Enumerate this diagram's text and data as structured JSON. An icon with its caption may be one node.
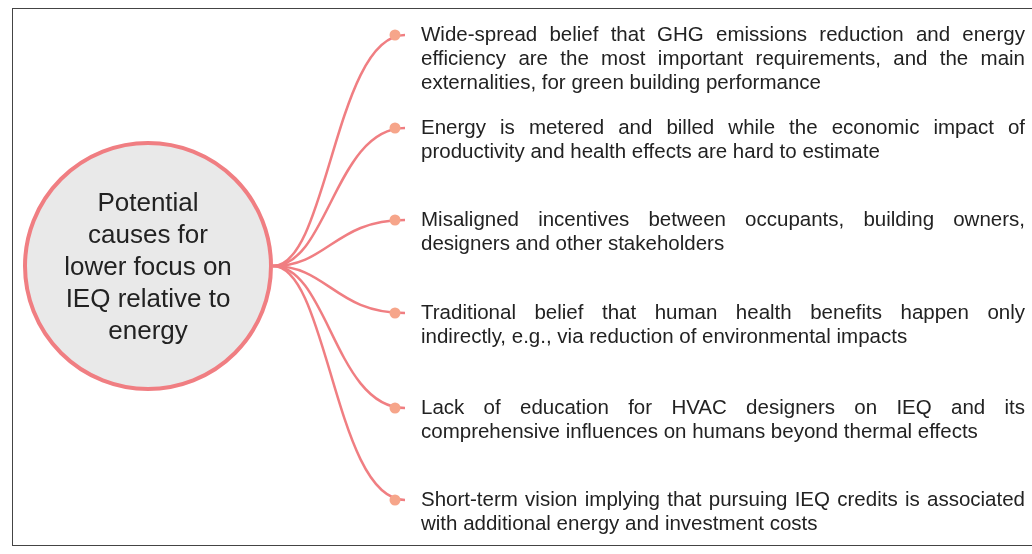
{
  "diagram": {
    "nodes": [
      {
        "text": [
          "Potential causes for lower focus on IEQ relative to energy"
        ]
      },
      {
        "text": [
          "Wide-spread belief that GHG emissions reduction and energy efficiency are the most important requirements, and the main externalities, for green building performance"
        ]
      },
      {
        "text": [
          "Energy is metered and billed while the economic impact of productivity and health effects are hard to estimate"
        ]
      },
      {
        "text": [
          "Misaligned incentives between occupants, building owners, designers and other stakeholders"
        ]
      },
      {
        "text": [
          "Traditional belief that human health benefits happen only indirectly, e.g., via reduction of environmental impacts"
        ]
      },
      {
        "text": [
          "Lack of education for HVAC designers on IEQ and its comprehensive influences on humans beyond thermal effects"
        ]
      },
      {
        "text": [
          "Short-term vision implying that pursuing IEQ credits is associated with additional energy and investment costs"
        ]
      }
    ],
    "edges": [
      {
        "from": 0,
        "to": 1,
        "arrow": "other"
      },
      {
        "from": 0,
        "to": 2,
        "arrow": "other"
      },
      {
        "from": 0,
        "to": 3,
        "arrow": "other"
      },
      {
        "from": 0,
        "to": 4,
        "arrow": "other"
      },
      {
        "from": 0,
        "to": 5,
        "arrow": "other"
      },
      {
        "from": 0,
        "to": 6,
        "arrow": "other"
      }
    ]
  }
}
